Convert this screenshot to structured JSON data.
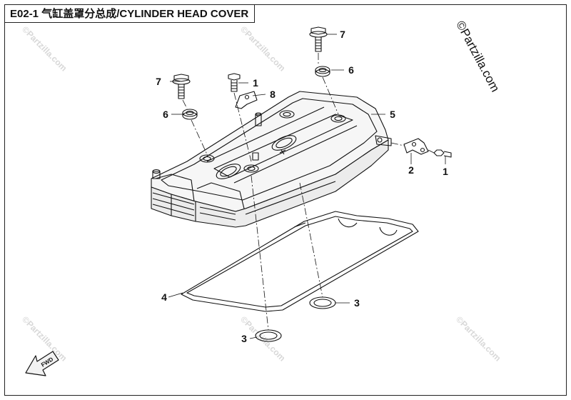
{
  "title": "E02-1 气缸盖罩分总成/CYLINDER HEAD COVER",
  "copyright_text": "©Partzilla.com",
  "watermark_text": "©Partzilla.com",
  "fwd_label": "FWD",
  "callouts": {
    "c7_top": "7",
    "c6_top": "6",
    "c7_left": "7",
    "c1_top": "1",
    "c8": "8",
    "c6_left": "6",
    "c5": "5",
    "c2": "2",
    "c1_right": "1",
    "c4": "4",
    "c3_right": "3",
    "c3_bottom": "3"
  },
  "colors": {
    "line": "#111111",
    "frame": "#222222",
    "watermark": "#d8d8d8"
  }
}
